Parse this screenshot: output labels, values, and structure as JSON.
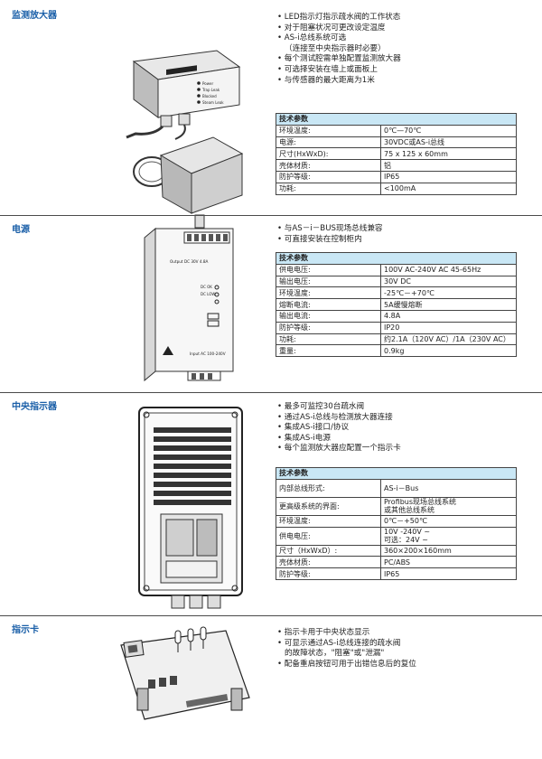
{
  "sections": [
    {
      "title": "监测放大器",
      "bullets": [
        "• LED指示灯指示疏水阀的工作状态",
        "• 对于阻塞状况可更改设定温度",
        "• AS-i总线系统可选",
        "（连接至中央指示器时必要）",
        "• 每个测试腔需单独配置监测放大器",
        "• 可选择安装在墙上或面板上",
        "• 与传感器的最大距离为1米"
      ],
      "table_header": "技术参数",
      "rows": [
        [
          "环境温度:",
          "0℃—70℃"
        ],
        [
          "电源:",
          "30VDC或AS-i总线"
        ],
        [
          "尺寸(HxWxD):",
          "75 x 125 x 60mm"
        ],
        [
          "壳体材质:",
          "铝"
        ],
        [
          "防护等级:",
          "IP65"
        ],
        [
          "功耗:",
          "<100mA"
        ]
      ],
      "figure_labels": [
        "Power",
        "Trap Leak",
        "Blocked",
        "Steam Leak"
      ]
    },
    {
      "title": "电源",
      "bullets": [
        "• 与AS－i－BUS现场总线兼容",
        "• 可直接安装在控制柜内"
      ],
      "table_header": "技术参数",
      "rows": [
        [
          "供电电压:",
          "100V AC-240V AC 45-65Hz"
        ],
        [
          "输出电压:",
          "30V DC"
        ],
        [
          "环境温度:",
          "-25℃－+70℃"
        ],
        [
          "熔断电流:",
          "5A缓慢熔断"
        ],
        [
          "输出电流:",
          "4.8A"
        ],
        [
          "防护等级:",
          "IP20"
        ],
        [
          "功耗:",
          "约2.1A（120V AC）/1A（230V AC）"
        ],
        [
          "重量:",
          "0.9kg"
        ]
      ],
      "figure_labels": [
        "Output DC 30V 4.8A",
        "DC OK",
        "DC LOW",
        "Input AC 100-240V"
      ]
    },
    {
      "title": "中央指示器",
      "bullets": [
        "• 最多可监控30台疏水阀",
        "• 通过AS-i总线与检测放大器连接",
        "• 集成AS-i接口/协议",
        "• 集成AS-i电源",
        "• 每个监测放大器应配置一个指示卡"
      ],
      "table_header": "技术参数",
      "rows": [
        [
          "内部总线形式:",
          "AS-i－Bus"
        ],
        [
          "更高级系统的界面:",
          "Profibus现场总线系统\n或其他总线系统"
        ],
        [
          "环境温度:",
          "0℃－+50℃"
        ],
        [
          "供电电压:",
          "10V -240V  ~\n可选：24V ~"
        ],
        [
          "尺寸（HxWxD）:",
          "360×200×160mm"
        ],
        [
          "壳体材质:",
          "PC/ABS"
        ],
        [
          "防护等级:",
          "IP65"
        ]
      ]
    },
    {
      "title": "指示卡",
      "bullets": [
        "• 指示卡用于中央状态显示",
        "• 可显示通过AS-i总线连接的疏水阀",
        "的故障状态，\"阻塞\"或\"泄漏\"",
        "• 配备重启按钮可用于出错信息后的复位"
      ]
    }
  ],
  "colors": {
    "accent": "#1a5fa8",
    "table_header_bg": "#c9e7f5"
  }
}
